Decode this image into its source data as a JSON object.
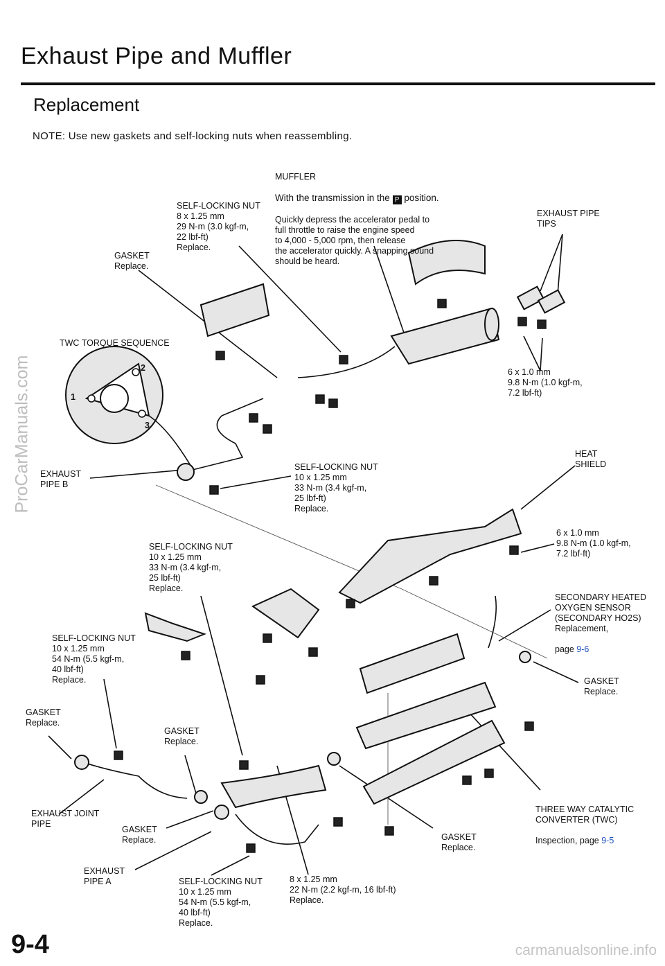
{
  "header": {
    "title": "Exhaust Pipe and Muffler",
    "subtitle": "Replacement",
    "note": "NOTE:  Use new gaskets and self-locking nuts when reassembling."
  },
  "labels": {
    "muffler_title": "MUFFLER",
    "muffler_line1_a": "With the transmission in the",
    "muffler_p_symbol": "P",
    "muffler_line1_b": "position.",
    "muffler_rest": "Quickly depress the accelerator pedal to\nfull throttle to raise the engine speed\nto 4,000 - 5,000 rpm, then release\nthe accelerator quickly. A snapping sound\nshould be heard.",
    "self_locking_nut_top": "SELF-LOCKING NUT\n8 x 1.25 mm\n29 N-m (3.0 kgf-m,\n22 lbf-ft)\nReplace.",
    "gasket_top": "GASKET\nReplace.",
    "exhaust_pipe_tips": "EXHAUST PIPE\nTIPS",
    "twc_torque_sequence": "TWC TORQUE SEQUENCE",
    "seq_1": "1",
    "seq_2": "2",
    "seq_3": "3",
    "bolt_6x1_top": "6 x 1.0 mm\n9.8 N-m (1.0 kgf-m,\n7.2 lbf-ft)",
    "exhaust_pipe_b": "EXHAUST\nPIPE B",
    "self_locking_nut_mid": "SELF-LOCKING NUT\n10 x 1.25 mm\n33 N-m (3.4 kgf-m,\n25 lbf-ft)\nReplace.",
    "heat_shield": "HEAT\nSHIELD",
    "self_locking_nut_left": "SELF-LOCKING NUT\n10 x 1.25 mm\n33 N-m (3.4 kgf-m,\n25 lbf-ft)\nReplace.",
    "bolt_6x1_mid": "6 x 1.0 mm\n9.8 N-m (1.0 kgf-m,\n7.2 lbf-ft)",
    "secondary_sensor": "SECONDARY HEATED\nOXYGEN SENSOR\n(SECONDARY HO2S)\nReplacement,",
    "secondary_sensor_page_prefix": "page ",
    "secondary_sensor_page_ref": "9-6",
    "self_locking_nut_low": "SELF-LOCKING NUT\n10 x 1.25 mm\n54 N-m (5.5 kgf-m,\n40 lbf-ft)\nReplace.",
    "gasket_right": "GASKET\nReplace.",
    "gasket_left": "GASKET\nReplace.",
    "gasket_center": "GASKET\nReplace.",
    "three_way_cat": "THREE WAY CATALYTIC\nCONVERTER (TWC)",
    "three_way_cat_inspection_prefix": "Inspection, page ",
    "three_way_cat_page_ref": "9-5",
    "exhaust_joint_pipe": "EXHAUST  JOINT\nPIPE",
    "gasket_lower_mid": "GASKET\nReplace.",
    "gasket_lower_right": "GASKET\nReplace.",
    "exhaust_pipe_a": "EXHAUST\nPIPE A",
    "self_locking_nut_bottom": "SELF-LOCKING NUT\n10 x 1.25 mm\n54 N-m (5.5 kgf-m,\n40 lbf-ft)\nReplace.",
    "bolt_8x125_bottom": "8 x 1.25 mm\n22 N-m (2.2 kgf-m, 16 lbf-ft)\nReplace."
  },
  "footer": {
    "page_number": "9-4",
    "side_watermark": "ProCarManuals.com",
    "bottom_watermark": "carmanualsonline.info"
  },
  "colors": {
    "link_blue": "#1f4fbf",
    "ink": "#111111",
    "watermark": "#bdbdbd"
  }
}
